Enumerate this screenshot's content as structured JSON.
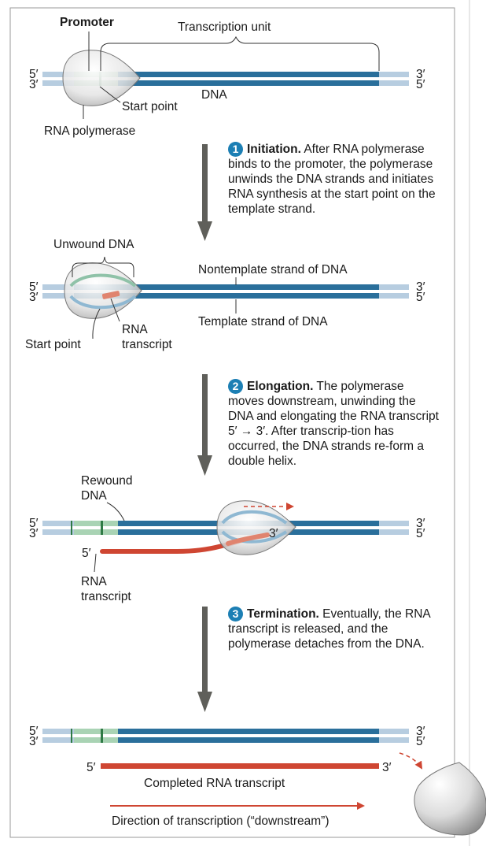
{
  "ends": {
    "five": "5′",
    "three": "3′"
  },
  "stage0": {
    "promoter": "Promoter",
    "transcription_unit": "Transcription unit",
    "dna": "DNA",
    "start_point": "Start point",
    "rna_polymerase": "RNA polymerase"
  },
  "steps": [
    {
      "number": "1",
      "title": "Initiation.",
      "text": "After RNA polymerase binds to the promoter, the polymerase unwinds the DNA strands and initiates RNA synthesis at the start point on the template strand."
    },
    {
      "number": "2",
      "title": "Elongation.",
      "text": "The polymerase moves downstream, unwinding the DNA and elongating the RNA transcript 5′ → 3′. After transcrip-tion has occurred, the DNA strands re-form a double helix."
    },
    {
      "number": "3",
      "title": "Termination.",
      "text": "Eventually, the RNA transcript is released, and the polymerase detaches from the DNA."
    }
  ],
  "stage1": {
    "unwound_dna": "Unwound DNA",
    "nontemplate": "Nontemplate strand of DNA",
    "template": "Template strand of DNA",
    "rna": "RNA",
    "transcript": "transcript",
    "start_point": "Start point"
  },
  "stage2": {
    "rewound": "Rewound",
    "dna": "DNA",
    "rna": "RNA",
    "transcript": "transcript"
  },
  "stage3": {
    "completed": "Completed RNA transcript",
    "direction": "Direction of transcription (“downstream”)"
  },
  "colors": {
    "dna_dark": "#2a6f9b",
    "dna_light": "#b7cde0",
    "promoter": "#a9d3b4",
    "rna": "#cf4632",
    "arrow": "#5f5f5a",
    "badge": "#1c7fb4"
  }
}
